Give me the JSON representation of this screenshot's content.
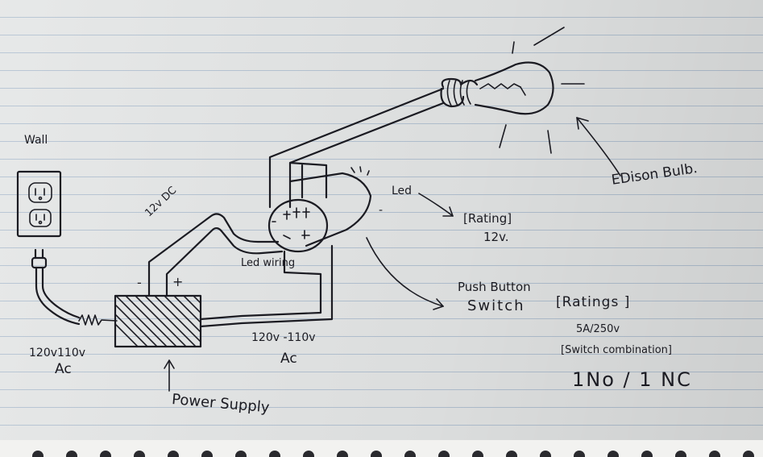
{
  "labels": {
    "wall": "Wall",
    "dc_voltage": "12v DC",
    "dc_minus": "-",
    "dc_plus": "+",
    "led_wiring": "Led wiring",
    "led": "Led",
    "led_minus": "-",
    "led_rating_heading": "[Rating]",
    "led_rating_value": "12v.",
    "bulb": "EDison Bulb.",
    "push_button_line1": "Push Button",
    "push_button_line2": "Switch",
    "ratings_heading": "[Ratings ]",
    "ratings_value": "5A/250v",
    "combination_heading": "[Switch combination]",
    "combination_value": "1No / 1 NC",
    "mains_left_line1": "120v110v",
    "mains_left_line2": "Ac",
    "mains_right_line1": "120v -110v",
    "mains_right_line2": "Ac",
    "power_supply": "Power Supply"
  },
  "colors": {
    "ink": "#1b1b22",
    "paper": "#e4e6e6",
    "rule_line": "#7896b9"
  }
}
